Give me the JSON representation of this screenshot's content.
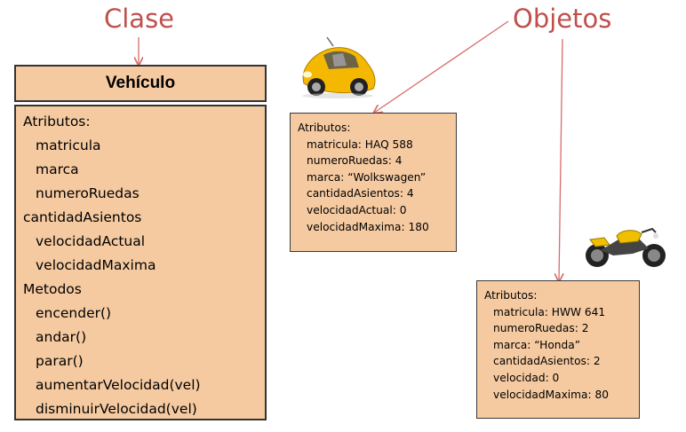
{
  "headings": {
    "class": "Clase",
    "objects": "Objetos"
  },
  "class_box": {
    "name": "Vehículo",
    "lines": [
      {
        "text": "Atributos:",
        "indent": false
      },
      {
        "text": "matricula",
        "indent": true
      },
      {
        "text": "marca",
        "indent": true
      },
      {
        "text": "numeroRuedas",
        "indent": true
      },
      {
        "text": "cantidadAsientos",
        "indent": false
      },
      {
        "text": "velocidadActual",
        "indent": true
      },
      {
        "text": "velocidadMaxima",
        "indent": true
      },
      {
        "text": "Metodos",
        "indent": false
      },
      {
        "text": "encender()",
        "indent": true
      },
      {
        "text": "andar()",
        "indent": true
      },
      {
        "text": "parar()",
        "indent": true
      },
      {
        "text": "aumentarVelocidad(vel)",
        "indent": true
      },
      {
        "text": "disminuirVelocidad(vel)",
        "indent": true
      }
    ]
  },
  "car_object": {
    "icon": "yellow-car",
    "lines": [
      {
        "text": "Atributos:",
        "indent": false
      },
      {
        "text": "matricula: HAQ 588",
        "indent": true
      },
      {
        "text": "numeroRuedas: 4",
        "indent": true
      },
      {
        "text": "marca: “Wolkswagen”",
        "indent": true
      },
      {
        "text": "cantidadAsientos: 4",
        "indent": true
      },
      {
        "text": "velocidadActual: 0",
        "indent": true
      },
      {
        "text": "velocidadMaxima: 180",
        "indent": true
      }
    ]
  },
  "moto_object": {
    "icon": "yellow-motorcycle",
    "lines": [
      {
        "text": "Atributos:",
        "indent": false
      },
      {
        "text": "matricula: HWW 641",
        "indent": true
      },
      {
        "text": "numeroRuedas: 2",
        "indent": true
      },
      {
        "text": "marca: “Honda”",
        "indent": true
      },
      {
        "text": "cantidadAsientos: 2",
        "indent": true
      },
      {
        "text": "velocidad: 0",
        "indent": true
      },
      {
        "text": "velocidadMaxima: 80",
        "indent": true
      }
    ]
  },
  "colors": {
    "heading": "#c0504d",
    "box_fill": "#f5caa1",
    "arrow": "#d96b6b"
  }
}
